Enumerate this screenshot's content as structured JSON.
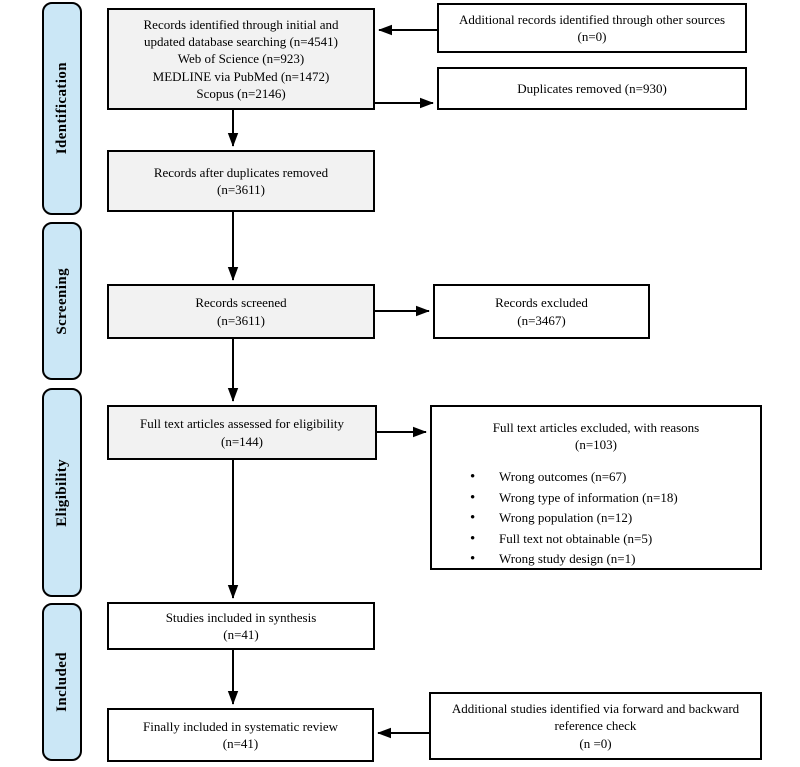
{
  "stages": {
    "identification": "Identification",
    "screening": "Screening",
    "eligibility": "Eligibility",
    "included": "Included"
  },
  "boxes": {
    "identified": "Records identified through initial and\nupdated database searching (n=4541)\nWeb of Science (n=923)\nMEDLINE via PubMed (n=1472)\nScopus (n=2146)",
    "additional_sources": "Additional records identified through other sources\n(n=0)",
    "duplicates_removed": "Duplicates removed (n=930)",
    "after_duplicates": "Records after duplicates removed\n(n=3611)",
    "screened": "Records screened\n(n=3611)",
    "excluded": "Records excluded\n(n=3467)",
    "fulltext_assessed": "Full text articles assessed for eligibility\n(n=144)",
    "fulltext_excluded_title": "Full text articles excluded, with reasons\n(n=103)",
    "exclusion_reasons": [
      "Wrong outcomes (n=67)",
      "Wrong type of information (n=18)",
      "Wrong population (n=12)",
      "Full text not obtainable (n=5)",
      "Wrong study design (n=1)"
    ],
    "synthesis": "Studies included in synthesis\n(n=41)",
    "final_included": "Finally included in systematic review\n(n=41)",
    "forward_backward": "Additional studies identified via forward and backward\nreference check\n(n =0)"
  },
  "colors": {
    "stage_fill": "#cbe7f6",
    "main_box_fill": "#f2f2f2",
    "side_box_fill": "#ffffff",
    "border": "#000000",
    "background": "#ffffff"
  }
}
